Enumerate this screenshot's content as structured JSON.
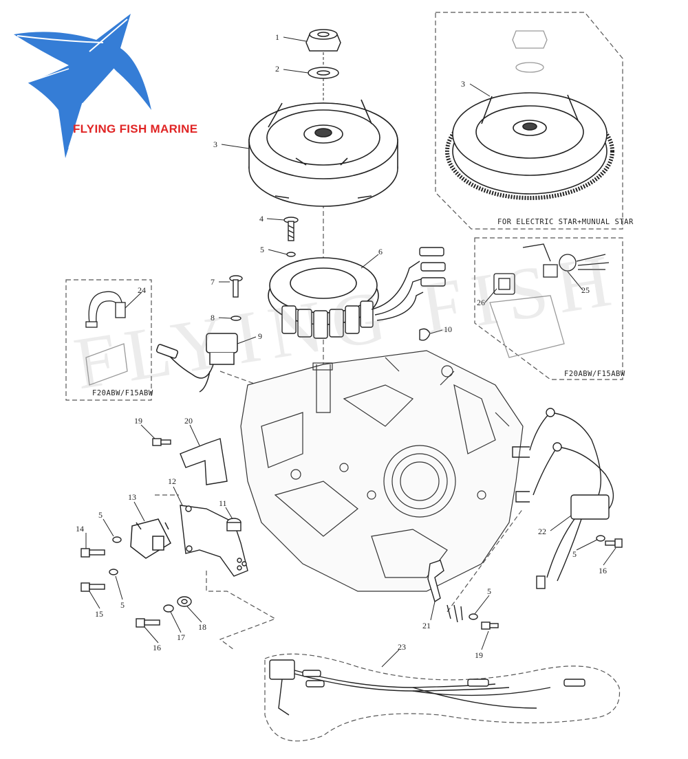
{
  "brand": {
    "logo_text": "FLYING FISH MARINE",
    "watermark": "FLYING FISH"
  },
  "captions": {
    "electric_box": "FOR ELECTRIC STAR+MUNUAL STAR",
    "box_25_26": "F20ABW/F15ABW",
    "box_24": "F20ABW/F15ABW"
  },
  "callouts": [
    {
      "id": "c1",
      "label": "1"
    },
    {
      "id": "c2",
      "label": "2"
    },
    {
      "id": "c3",
      "label": "3"
    },
    {
      "id": "c3b",
      "label": "3"
    },
    {
      "id": "c4",
      "label": "4"
    },
    {
      "id": "c5a",
      "label": "5"
    },
    {
      "id": "c6",
      "label": "6"
    },
    {
      "id": "c7",
      "label": "7"
    },
    {
      "id": "c8",
      "label": "8"
    },
    {
      "id": "c9",
      "label": "9"
    },
    {
      "id": "c10",
      "label": "10"
    },
    {
      "id": "c11",
      "label": "11"
    },
    {
      "id": "c12",
      "label": "12"
    },
    {
      "id": "c13",
      "label": "13"
    },
    {
      "id": "c14",
      "label": "14"
    },
    {
      "id": "c5b",
      "label": "5"
    },
    {
      "id": "c15",
      "label": "15"
    },
    {
      "id": "c5c",
      "label": "5"
    },
    {
      "id": "c16a",
      "label": "16"
    },
    {
      "id": "c17",
      "label": "17"
    },
    {
      "id": "c18",
      "label": "18"
    },
    {
      "id": "c19a",
      "label": "19"
    },
    {
      "id": "c20",
      "label": "20"
    },
    {
      "id": "c21",
      "label": "21"
    },
    {
      "id": "c5d",
      "label": "5"
    },
    {
      "id": "c19b",
      "label": "19"
    },
    {
      "id": "c22",
      "label": "22"
    },
    {
      "id": "c5e",
      "label": "5"
    },
    {
      "id": "c16b",
      "label": "16"
    },
    {
      "id": "c23",
      "label": "23"
    },
    {
      "id": "c24",
      "label": "24"
    },
    {
      "id": "c25",
      "label": "25"
    },
    {
      "id": "c26",
      "label": "26"
    }
  ],
  "colors": {
    "logo_blue": "#1f6fd1",
    "logo_red": "#e02424",
    "line": "#222222",
    "dashed": "#555555"
  }
}
